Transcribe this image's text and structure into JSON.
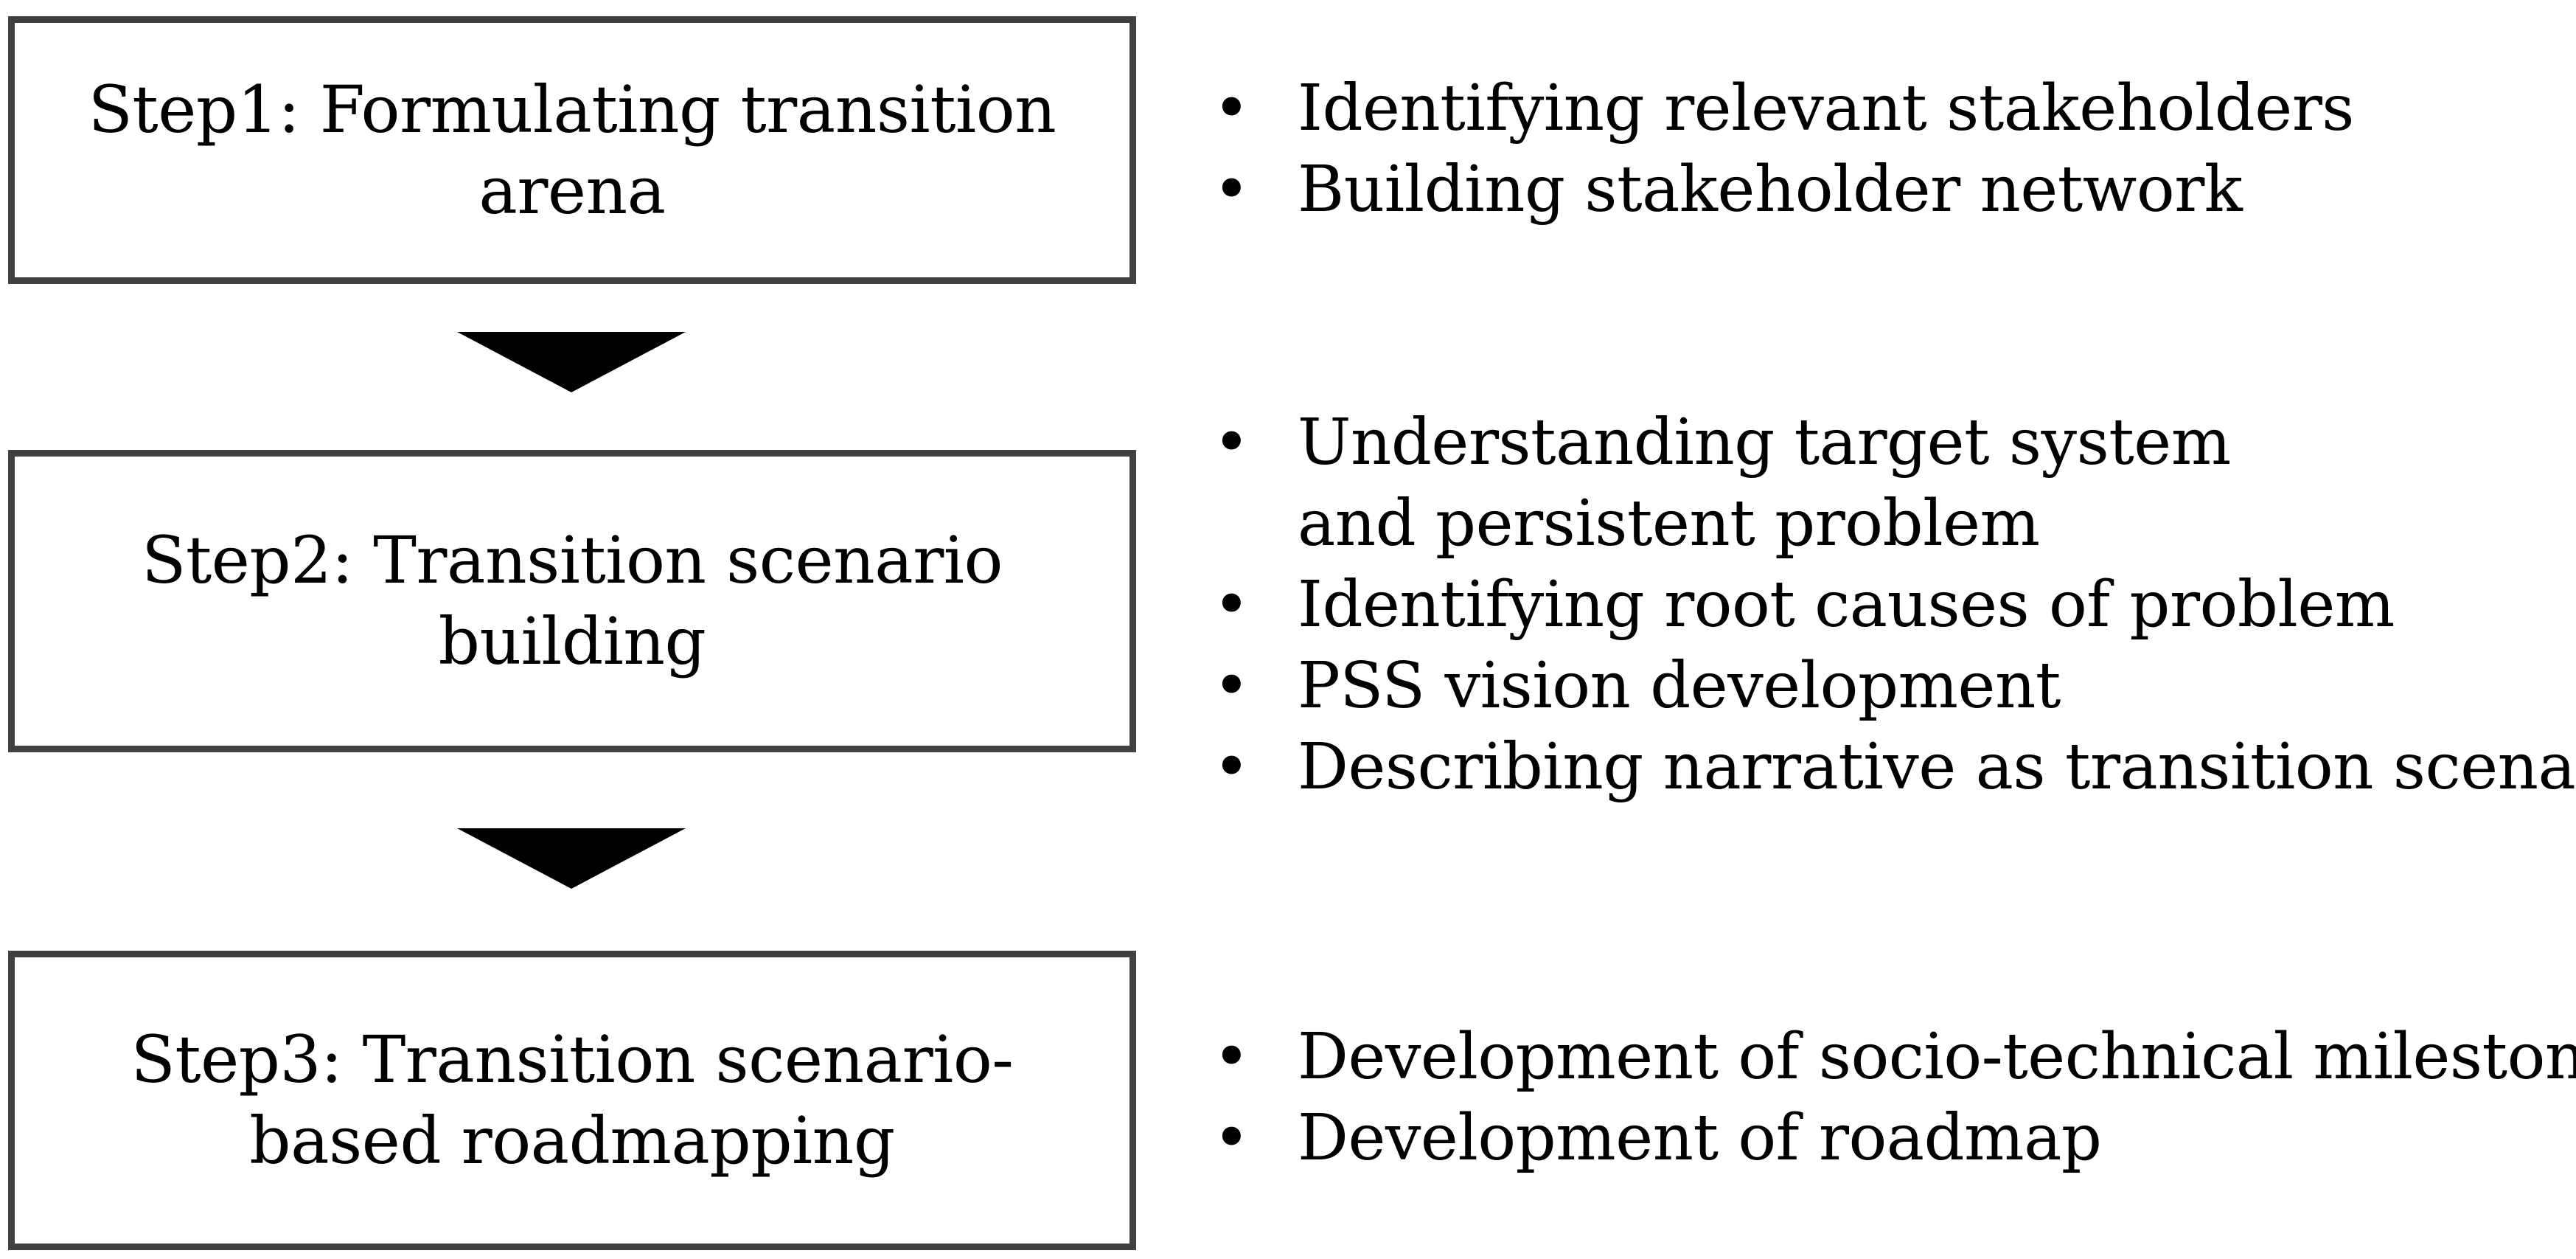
{
  "steps": [
    {
      "label": "Step1: Formulating transition arena"
    },
    {
      "label": "Step2: Transition scenario building"
    },
    {
      "label": "Step3: Transition scenario-based roadmapping"
    }
  ],
  "bullet_symbol": "•",
  "bullets": [
    [
      "Identifying relevant stakeholders",
      "Building stakeholder network"
    ],
    [
      "Understanding target system and persistent problem",
      "Identifying root causes of problem",
      "PSS vision development",
      "Describing narrative as transition scenario"
    ],
    [
      "Development of socio-technical milestones",
      "Development of roadmap"
    ]
  ]
}
